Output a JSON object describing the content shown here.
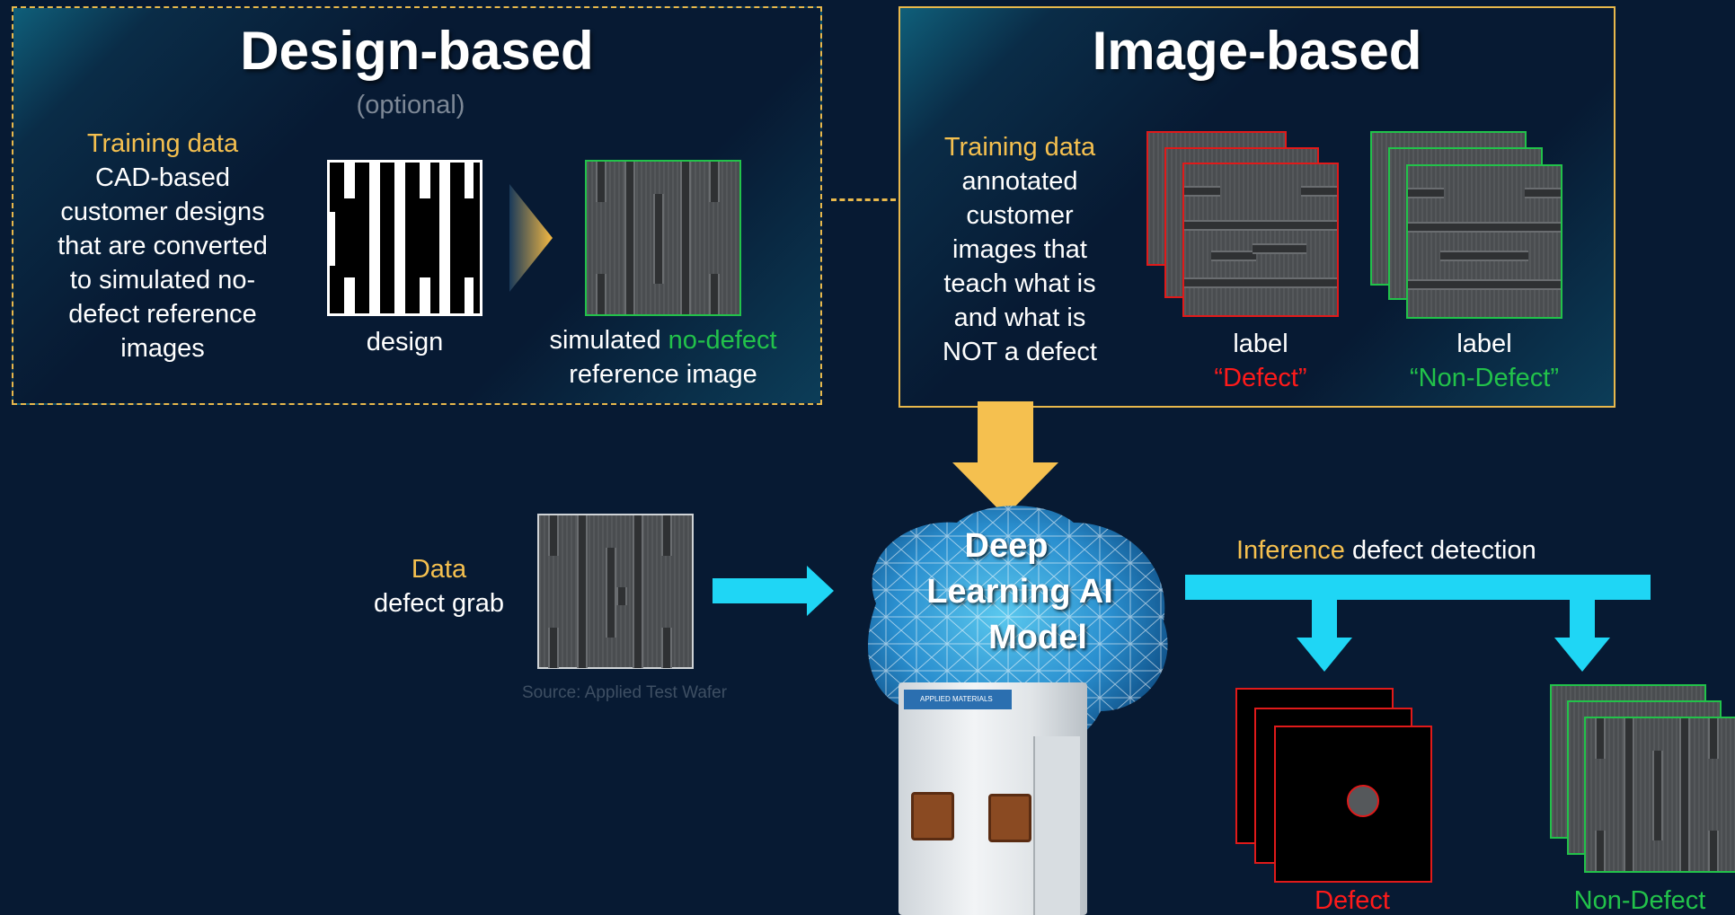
{
  "design_panel": {
    "title": "Design-based",
    "subtitle": "(optional)",
    "training_label": "Training data",
    "training_text": [
      "CAD-based",
      "customer designs",
      "that are converted",
      "to simulated no-",
      "defect reference",
      "images"
    ],
    "design_caption": "design",
    "sim_caption_prefix": "simulated ",
    "sim_caption_highlight": "no-defect",
    "sim_caption_line2": "reference image"
  },
  "image_panel": {
    "title": "Image-based",
    "training_label": "Training data",
    "training_text": [
      "annotated",
      "customer",
      "images that",
      "teach what is",
      "and what is",
      "NOT a defect"
    ],
    "defect_label": "label",
    "defect_value": "“Defect”",
    "nondefect_label": "label",
    "nondefect_value": "“Non-Defect”"
  },
  "data_input": {
    "label": "Data",
    "text": "defect grab",
    "source": "Source: Applied Test Wafer"
  },
  "model": {
    "line1": "Deep",
    "line2": "Learning AI",
    "line3": "Model",
    "tool_brand": "APPLIED MATERIALS"
  },
  "inference": {
    "label": "Inference",
    "text": " defect detection",
    "defect_output": "Defect",
    "nondefect_output": "Non-Defect"
  },
  "colors": {
    "accent_yellow": "#f5c04f",
    "arrow_cyan": "#1fd6f5",
    "defect_red": "#ff1a1a",
    "nondefect_green": "#22c24a",
    "background": "#071a33"
  }
}
